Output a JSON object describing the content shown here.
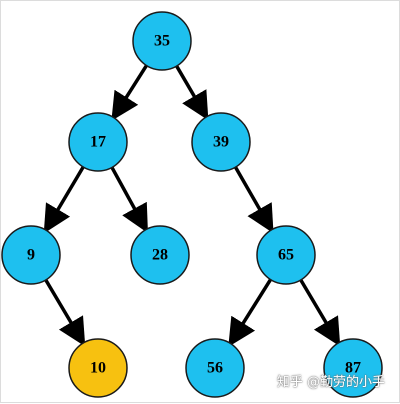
{
  "tree": {
    "colors": {
      "node": "#1ec0ef",
      "highlight": "#f7c110",
      "outline": "#1a1a1a",
      "edge": "#000000"
    },
    "nodes": [
      {
        "id": "n35",
        "label": "35",
        "highlight": false
      },
      {
        "id": "n17",
        "label": "17",
        "highlight": false
      },
      {
        "id": "n39",
        "label": "39",
        "highlight": false
      },
      {
        "id": "n9",
        "label": "9",
        "highlight": false
      },
      {
        "id": "n28",
        "label": "28",
        "highlight": false
      },
      {
        "id": "n65",
        "label": "65",
        "highlight": false
      },
      {
        "id": "n10",
        "label": "10",
        "highlight": true
      },
      {
        "id": "n56",
        "label": "56",
        "highlight": false
      },
      {
        "id": "n87",
        "label": "87",
        "highlight": false
      }
    ],
    "edges": [
      {
        "from": "n35",
        "to": "n17"
      },
      {
        "from": "n35",
        "to": "n39"
      },
      {
        "from": "n17",
        "to": "n9"
      },
      {
        "from": "n17",
        "to": "n28"
      },
      {
        "from": "n39",
        "to": "n65"
      },
      {
        "from": "n9",
        "to": "n10"
      },
      {
        "from": "n65",
        "to": "n56"
      },
      {
        "from": "n65",
        "to": "n87"
      }
    ]
  },
  "watermark": {
    "text": "知乎 @勤劳的小手"
  }
}
